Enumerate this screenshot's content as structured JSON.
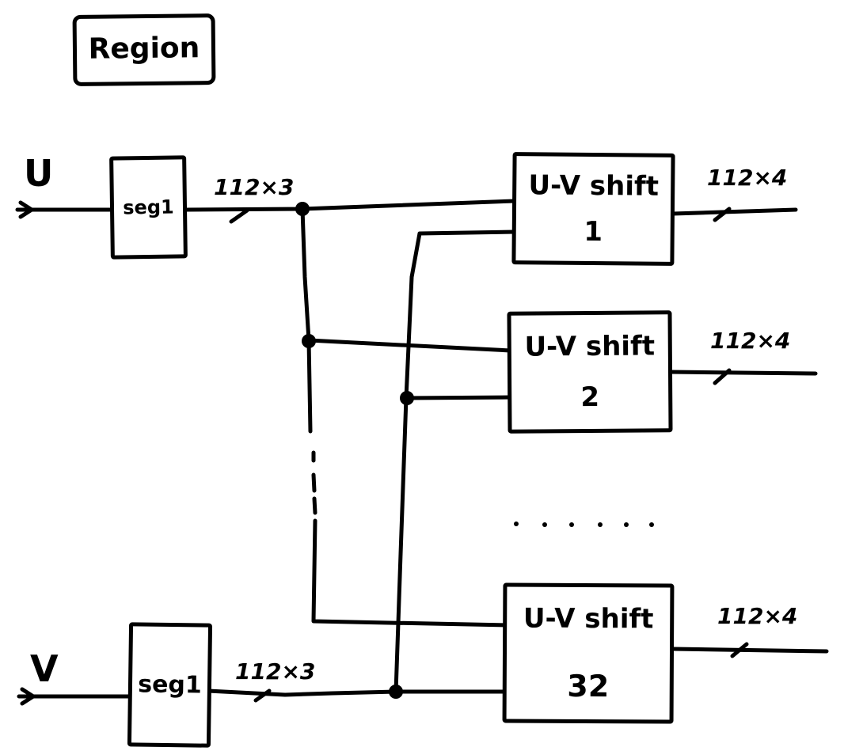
{
  "region_label": "Region",
  "inputs": {
    "u": "U",
    "v": "V"
  },
  "segments": {
    "top_label": "seg1",
    "bottom_label": "seg1"
  },
  "bus_labels": {
    "u_bus": "112×3",
    "v_bus": "112×3"
  },
  "shift_blocks": [
    {
      "title": "U-V shift",
      "index": "1",
      "output": "112×4"
    },
    {
      "title": "U-V shift",
      "index": "2",
      "output": "112×4"
    },
    {
      "title": "U-V shift",
      "index": "32",
      "output": "112×4"
    }
  ],
  "colors": {
    "ink": "#000000",
    "paper": "#ffffff"
  }
}
